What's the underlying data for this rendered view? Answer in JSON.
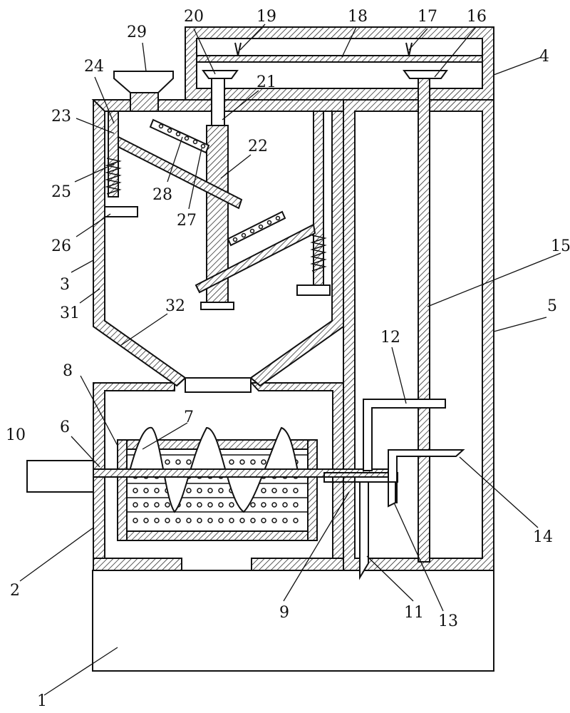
{
  "part_labels": [
    {
      "id": "1",
      "text": "1"
    },
    {
      "id": "2",
      "text": "2"
    },
    {
      "id": "3",
      "text": "3"
    },
    {
      "id": "4",
      "text": "4"
    },
    {
      "id": "5",
      "text": "5"
    },
    {
      "id": "6",
      "text": "6"
    },
    {
      "id": "7",
      "text": "7"
    },
    {
      "id": "8",
      "text": "8"
    },
    {
      "id": "9",
      "text": "9"
    },
    {
      "id": "10",
      "text": "10"
    },
    {
      "id": "11",
      "text": "11"
    },
    {
      "id": "12",
      "text": "12"
    },
    {
      "id": "13",
      "text": "13"
    },
    {
      "id": "14",
      "text": "14"
    },
    {
      "id": "15",
      "text": "15"
    },
    {
      "id": "16",
      "text": "16"
    },
    {
      "id": "17",
      "text": "17"
    },
    {
      "id": "18",
      "text": "18"
    },
    {
      "id": "19",
      "text": "19"
    },
    {
      "id": "20",
      "text": "20"
    },
    {
      "id": "21",
      "text": "21"
    },
    {
      "id": "22",
      "text": "22"
    },
    {
      "id": "23",
      "text": "23"
    },
    {
      "id": "24",
      "text": "24"
    },
    {
      "id": "25",
      "text": "25"
    },
    {
      "id": "26",
      "text": "26"
    },
    {
      "id": "27",
      "text": "27"
    },
    {
      "id": "28",
      "text": "28"
    },
    {
      "id": "29",
      "text": "29"
    },
    {
      "id": "31",
      "text": "31"
    },
    {
      "id": "32",
      "text": "32"
    }
  ],
  "colors": {
    "line": "#111111",
    "background": "#ffffff"
  }
}
